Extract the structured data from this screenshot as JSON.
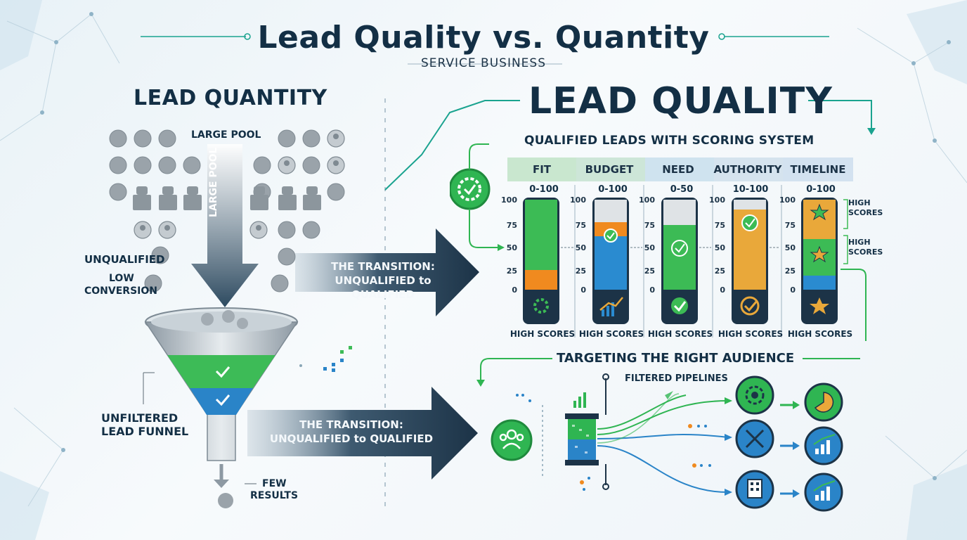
{
  "title": "Lead Quality vs. Quantity",
  "subtitle": "SERVICE BUSINESS",
  "quantity": {
    "heading": "LEAD QUANTITY",
    "large_pool_top": "LARGE POOL",
    "large_pool_arrow": "LARGE POOL",
    "unqualified": "UNQUALIFIED",
    "low_conversion_1": "LOW",
    "low_conversion_2": "CONVERSION",
    "funnel_label_1": "UNFILTERED",
    "funnel_label_2": "LEAD FUNNEL",
    "few_1": "FEW",
    "few_2": "RESULTS"
  },
  "transition": {
    "line1": "THE TRANSITION:",
    "line2": "UNQUALIFIED to QUALIFIED"
  },
  "quality": {
    "heading": "LEAD QUALITY",
    "scoring_title": "QUALIFIED LEADS WITH SCORING SYSTEM",
    "high_scores_side": "HIGH SCORES",
    "ticks": [
      "100",
      "75",
      "50",
      "25",
      "0"
    ],
    "columns": [
      {
        "name": "FIT",
        "range": "0-100",
        "footer": "HIGH SCORES",
        "icon": "gear-icon"
      },
      {
        "name": "BUDGET",
        "range": "0-100",
        "footer": "HIGH SCORES",
        "icon": "growth-chart-icon"
      },
      {
        "name": "NEED",
        "range": "0-50",
        "footer": "HIGH SCORES",
        "icon": "check-icon"
      },
      {
        "name": "AUTHORITY",
        "range": "10-100",
        "footer": "HIGH SCORES",
        "icon": "check-icon"
      },
      {
        "name": "TIMELINE",
        "range": "0-100",
        "footer": "HIGH SCORES",
        "icon": "star-icon"
      }
    ]
  },
  "targeting": {
    "heading": "TARGETING THE RIGHT AUDIENCE",
    "filtered": "FILTERED PIPELINES",
    "pipelines": [
      {
        "icon": "gear-icon",
        "result_icon": "pie-chart-icon"
      },
      {
        "icon": "tools-icon",
        "result_icon": "bar-chart-icon"
      },
      {
        "icon": "building-icon",
        "result_icon": "bar-chart-icon"
      }
    ]
  },
  "colors": {
    "navy": "#132f45",
    "green": "#2fb552",
    "blue": "#2a7fc4",
    "orange": "#f08a1f",
    "gold": "#e9a83a",
    "teal": "#1aa38f"
  }
}
